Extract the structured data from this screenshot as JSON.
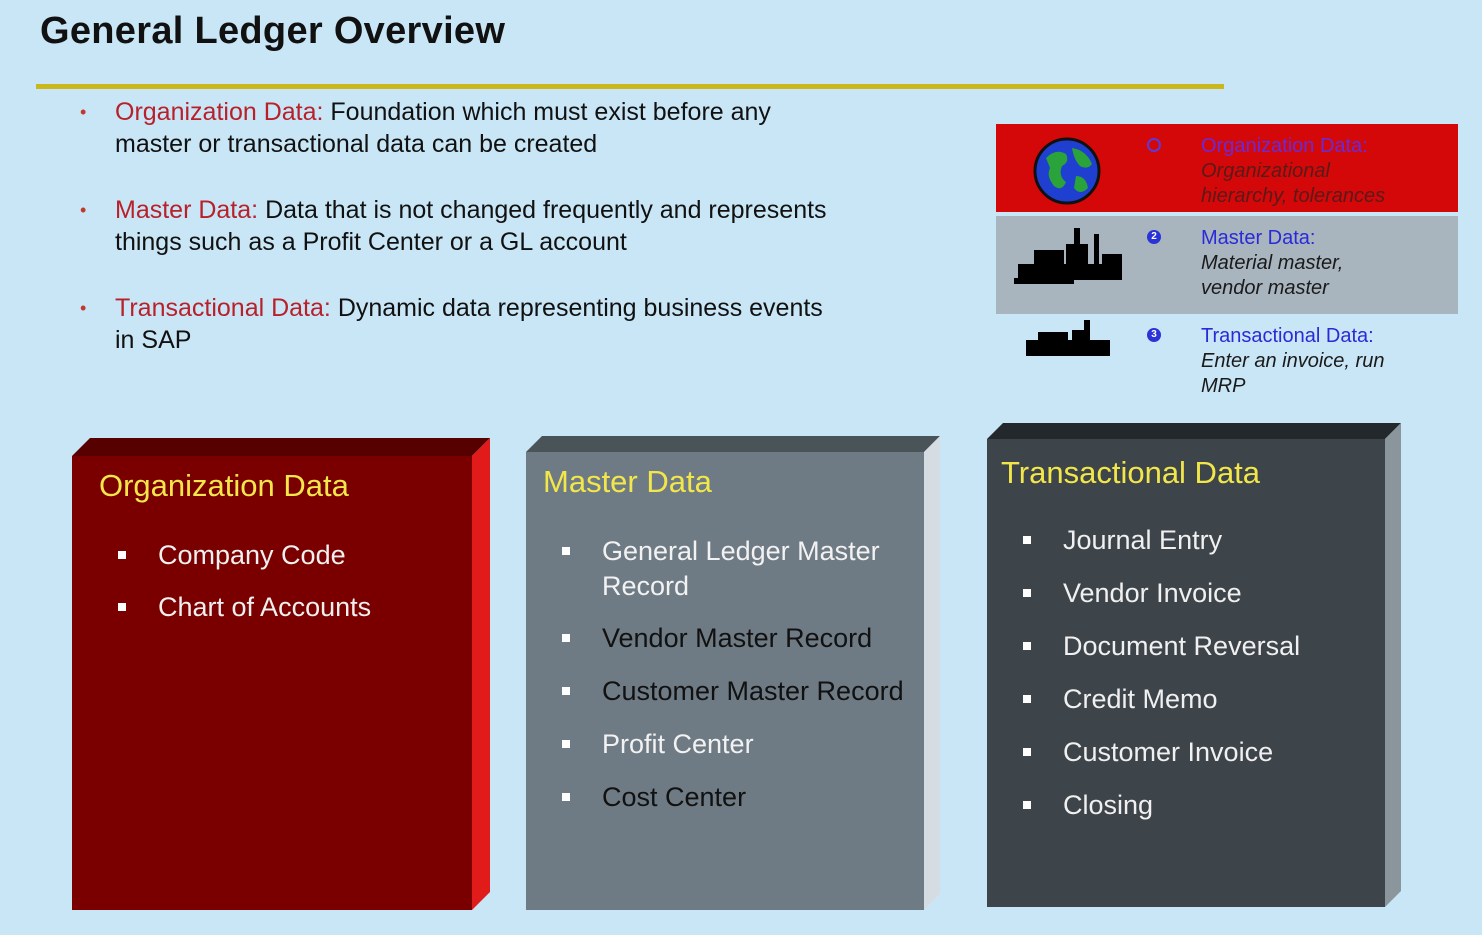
{
  "title": "General Ledger Overview",
  "bullets": [
    {
      "label": "Organization Data:",
      "text": "Foundation which must exist before any master or transactional data can be created"
    },
    {
      "label": "Master Data:",
      "text": "Data that is not changed frequently and represents things such as a Profit Center or a GL account"
    },
    {
      "label": "Transactional Data:",
      "text": "Dynamic data representing business events in SAP"
    }
  ],
  "legend": [
    {
      "number": "1",
      "title": "Organization Data:",
      "line1": "Organizational",
      "line2": "hierarchy, tolerances",
      "icon": "globe-icon"
    },
    {
      "number": "2",
      "title": "Master Data:",
      "line1": "Material master,",
      "line2": "vendor master",
      "icon": "factory-large-icon"
    },
    {
      "number": "3",
      "title": "Transactional Data:",
      "line1": "Enter an invoice, run",
      "line2": "MRP",
      "icon": "factory-small-icon"
    }
  ],
  "boxes": {
    "organization": {
      "title": "Organization Data",
      "items": [
        "Company Code",
        "Chart of Accounts"
      ]
    },
    "master": {
      "title": "Master Data",
      "items": [
        "General Ledger Master Record",
        "Vendor Master Record",
        "Customer Master Record",
        "Profit Center",
        "Cost Center"
      ]
    },
    "transactional": {
      "title": "Transactional Data",
      "items": [
        "Journal Entry",
        "Vendor Invoice",
        "Document Reversal",
        "Credit Memo",
        "Customer Invoice",
        "Closing"
      ]
    }
  },
  "colors": {
    "background": "#c9e6f6",
    "rule": "#c9b71c",
    "label_red": "#b8202a",
    "org_box": "#7a0000",
    "master_box": "#6f7b84",
    "trans_box": "#3d454b",
    "box_title": "#f2e64a"
  }
}
